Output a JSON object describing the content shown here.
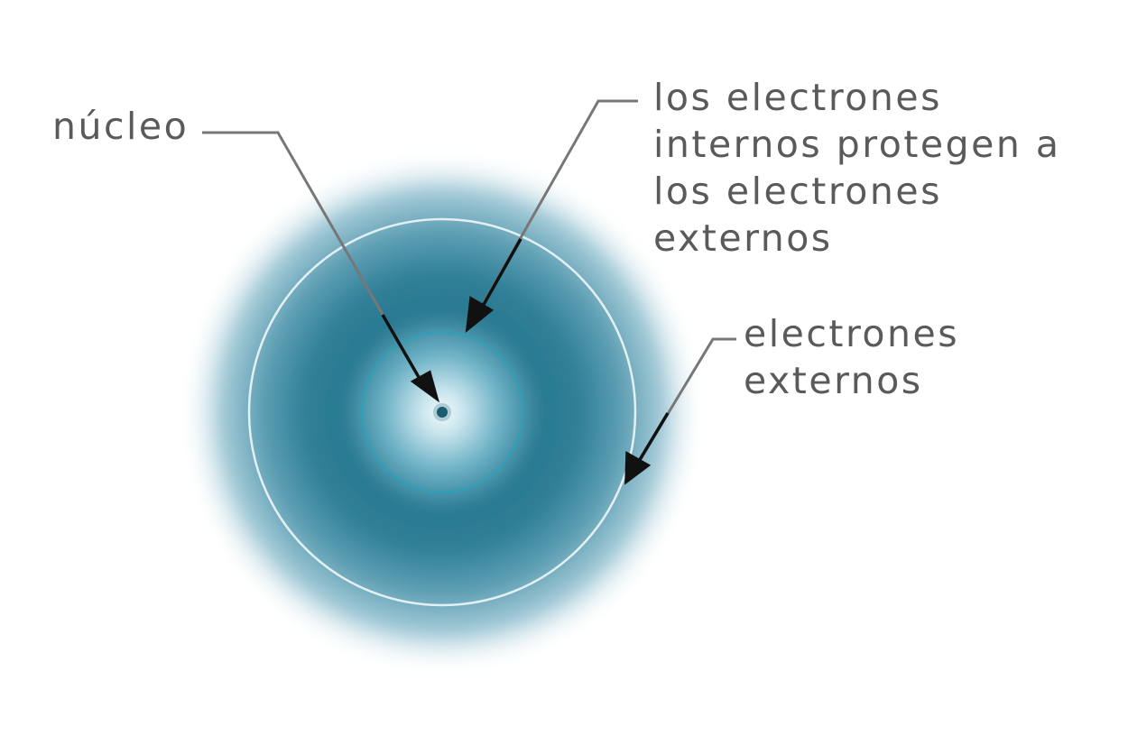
{
  "labels": {
    "nucleus": "núcleo",
    "inner_electrons": [
      "los electrones",
      "internos protegen a",
      "los electrones",
      "externos"
    ],
    "outer_electrons": [
      "electrones",
      "externos"
    ]
  },
  "colors": {
    "cloud_center": "#e6f4f8",
    "cloud_mid": "#1f6e86",
    "cloud_edge": "#d6e8ee",
    "inner_shell": "#2ea0b8",
    "outer_shell": "#eef7fa",
    "nucleus": "#1c5d70",
    "leader_lines": "#777777",
    "arrows": "#111111",
    "text": "#5a5a5a"
  },
  "icons": {
    "arrowhead": "arrowhead-icon"
  }
}
